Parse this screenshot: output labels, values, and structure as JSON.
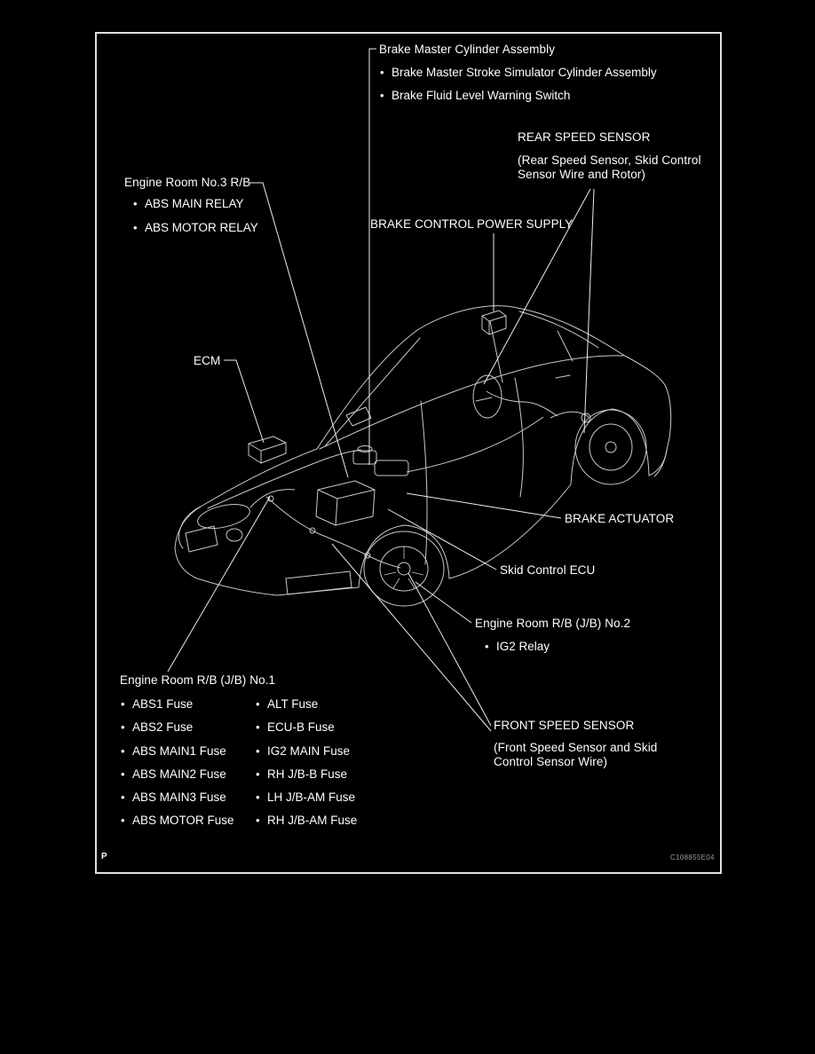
{
  "diagram": {
    "brake_master": {
      "title": "Brake Master Cylinder Assembly",
      "items": [
        "Brake Master Stroke Simulator Cylinder Assembly",
        "Brake Fluid Level Warning Switch"
      ]
    },
    "rear_speed_sensor": {
      "title": "REAR SPEED SENSOR",
      "detail": "(Rear Speed Sensor, Skid Control Sensor Wire and Rotor)"
    },
    "engine_room_no3": {
      "title": "Engine Room No.3 R/B",
      "items": [
        "ABS MAIN RELAY",
        "ABS MOTOR RELAY"
      ]
    },
    "brake_control_power_supply": {
      "title": "BRAKE CONTROL POWER SUPPLY"
    },
    "ecm": {
      "title": "ECM"
    },
    "brake_actuator": {
      "title": "BRAKE ACTUATOR"
    },
    "skid_control_ecu": {
      "title": "Skid Control ECU"
    },
    "engine_room_no2": {
      "title": "Engine Room R/B (J/B) No.2",
      "items": [
        "IG2 Relay"
      ]
    },
    "engine_room_no1": {
      "title": "Engine Room R/B (J/B) No.1",
      "fuses_col1": [
        "ABS1 Fuse",
        "ABS2 Fuse",
        "ABS MAIN1 Fuse",
        "ABS MAIN2 Fuse",
        "ABS MAIN3 Fuse",
        "ABS MOTOR Fuse"
      ],
      "fuses_col2": [
        "ALT Fuse",
        "ECU-B Fuse",
        "IG2 MAIN Fuse",
        "RH J/B-B Fuse",
        "LH J/B-AM Fuse",
        "RH J/B-AM Fuse"
      ]
    },
    "front_speed_sensor": {
      "title": "FRONT SPEED SENSOR",
      "detail": "(Front Speed Sensor and Skid Control Sensor Wire)"
    },
    "footer": {
      "page_letter": "P",
      "figure_code": "C108855E04"
    }
  }
}
